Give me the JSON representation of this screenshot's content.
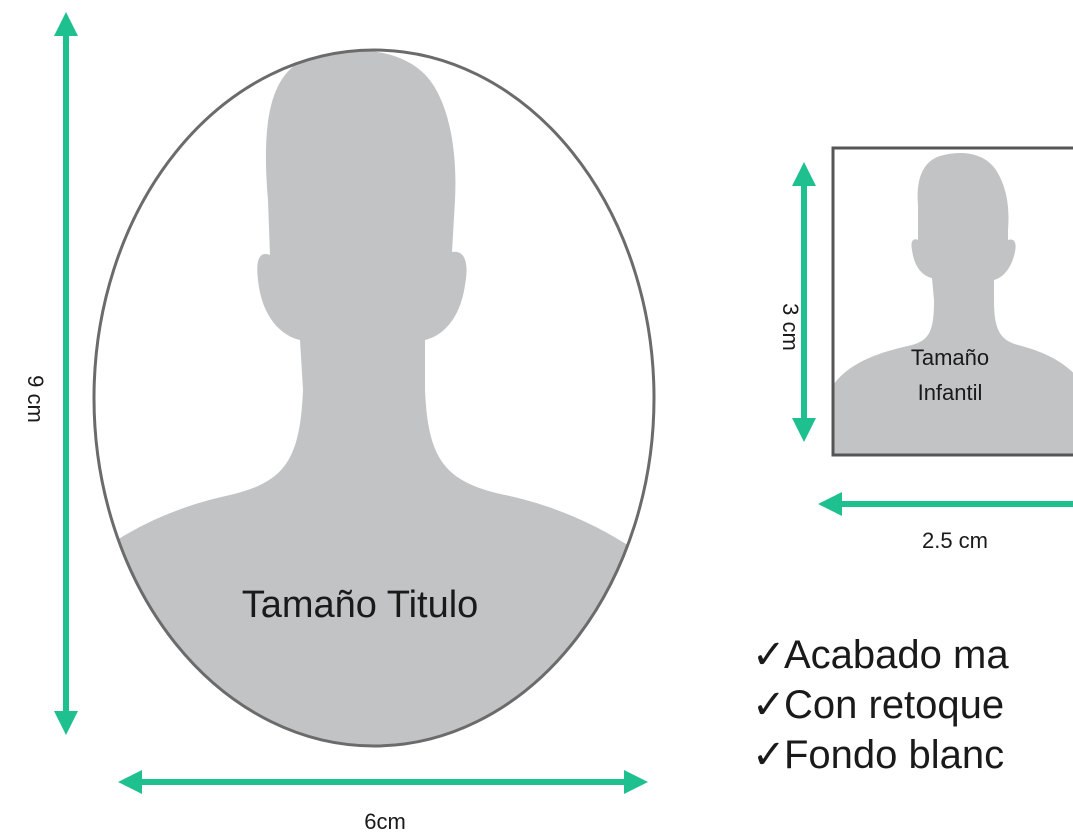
{
  "large_photo": {
    "height_label": "9 cm",
    "width_label": "6cm",
    "caption": "Tamaño Titulo"
  },
  "small_photo": {
    "height_label": "3 cm",
    "width_label": "2.5 cm",
    "caption_line1": "Tamaño",
    "caption_line2": "Infantil"
  },
  "features": {
    "check_symbol": "✓",
    "items": [
      "Acabado ma",
      "Con retoque",
      "Fondo blanc"
    ]
  },
  "colors": {
    "arrow": "#1fc08f",
    "silhouette": "#c1c3c5",
    "frame": "#6b6b6b"
  }
}
